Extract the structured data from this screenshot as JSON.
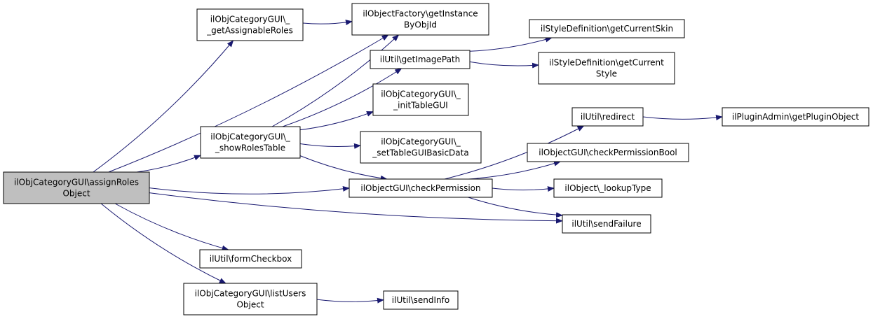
{
  "graph": {
    "edge_color": "#191970",
    "node_border": "#000000",
    "node_fill": "#ffffff",
    "root_fill": "#bfbfbf",
    "nodes": [
      {
        "id": "assignRoles",
        "lines": [
          "ilObjCategoryGUI\\assignRoles",
          "Object"
        ],
        "root": true
      },
      {
        "id": "getAssignableRoles",
        "lines": [
          "ilObjCategoryGUI\\_",
          "_getAssignableRoles"
        ]
      },
      {
        "id": "showRolesTable",
        "lines": [
          "ilObjCategoryGUI\\_",
          "_showRolesTable"
        ]
      },
      {
        "id": "formCheckbox",
        "lines": [
          "ilUtil\\formCheckbox"
        ]
      },
      {
        "id": "listUsersObject",
        "lines": [
          "ilObjCategoryGUI\\listUsers",
          "Object"
        ]
      },
      {
        "id": "getInstanceByObjId",
        "lines": [
          "ilObjectFactory\\getInstance",
          "ByObjId"
        ]
      },
      {
        "id": "getImagePath",
        "lines": [
          "ilUtil\\getImagePath"
        ]
      },
      {
        "id": "initTableGUI",
        "lines": [
          "ilObjCategoryGUI\\_",
          "_initTableGUI"
        ]
      },
      {
        "id": "setTableGUIBasicData",
        "lines": [
          "ilObjCategoryGUI\\_",
          "_setTableGUIBasicData"
        ]
      },
      {
        "id": "checkPermission",
        "lines": [
          "ilObjectGUI\\checkPermission"
        ]
      },
      {
        "id": "sendInfo",
        "lines": [
          "ilUtil\\sendInfo"
        ]
      },
      {
        "id": "getCurrentSkin",
        "lines": [
          "ilStyleDefinition\\getCurrentSkin"
        ]
      },
      {
        "id": "getCurrentStyle",
        "lines": [
          "ilStyleDefinition\\getCurrent",
          "Style"
        ]
      },
      {
        "id": "redirect",
        "lines": [
          "ilUtil\\redirect"
        ]
      },
      {
        "id": "checkPermissionBool",
        "lines": [
          "ilObjectGUI\\checkPermissionBool"
        ]
      },
      {
        "id": "lookupType",
        "lines": [
          "ilObject\\_lookupType"
        ]
      },
      {
        "id": "sendFailure",
        "lines": [
          "ilUtil\\sendFailure"
        ]
      },
      {
        "id": "getPluginObject",
        "lines": [
          "ilPluginAdmin\\getPluginObject"
        ]
      }
    ],
    "edges": [
      {
        "from": "assignRoles",
        "to": "getInstanceByObjId"
      },
      {
        "from": "assignRoles",
        "to": "getAssignableRoles"
      },
      {
        "from": "assignRoles",
        "to": "showRolesTable"
      },
      {
        "from": "assignRoles",
        "to": "checkPermission"
      },
      {
        "from": "assignRoles",
        "to": "sendFailure"
      },
      {
        "from": "assignRoles",
        "to": "formCheckbox"
      },
      {
        "from": "assignRoles",
        "to": "listUsersObject"
      },
      {
        "from": "getAssignableRoles",
        "to": "getInstanceByObjId"
      },
      {
        "from": "showRolesTable",
        "to": "getInstanceByObjId"
      },
      {
        "from": "showRolesTable",
        "to": "getImagePath"
      },
      {
        "from": "showRolesTable",
        "to": "initTableGUI"
      },
      {
        "from": "showRolesTable",
        "to": "setTableGUIBasicData"
      },
      {
        "from": "showRolesTable",
        "to": "checkPermission"
      },
      {
        "from": "getImagePath",
        "to": "getCurrentSkin"
      },
      {
        "from": "getImagePath",
        "to": "getCurrentStyle"
      },
      {
        "from": "checkPermission",
        "to": "redirect"
      },
      {
        "from": "checkPermission",
        "to": "checkPermissionBool"
      },
      {
        "from": "checkPermission",
        "to": "lookupType"
      },
      {
        "from": "checkPermission",
        "to": "sendFailure"
      },
      {
        "from": "redirect",
        "to": "getPluginObject"
      },
      {
        "from": "listUsersObject",
        "to": "sendInfo"
      }
    ]
  }
}
